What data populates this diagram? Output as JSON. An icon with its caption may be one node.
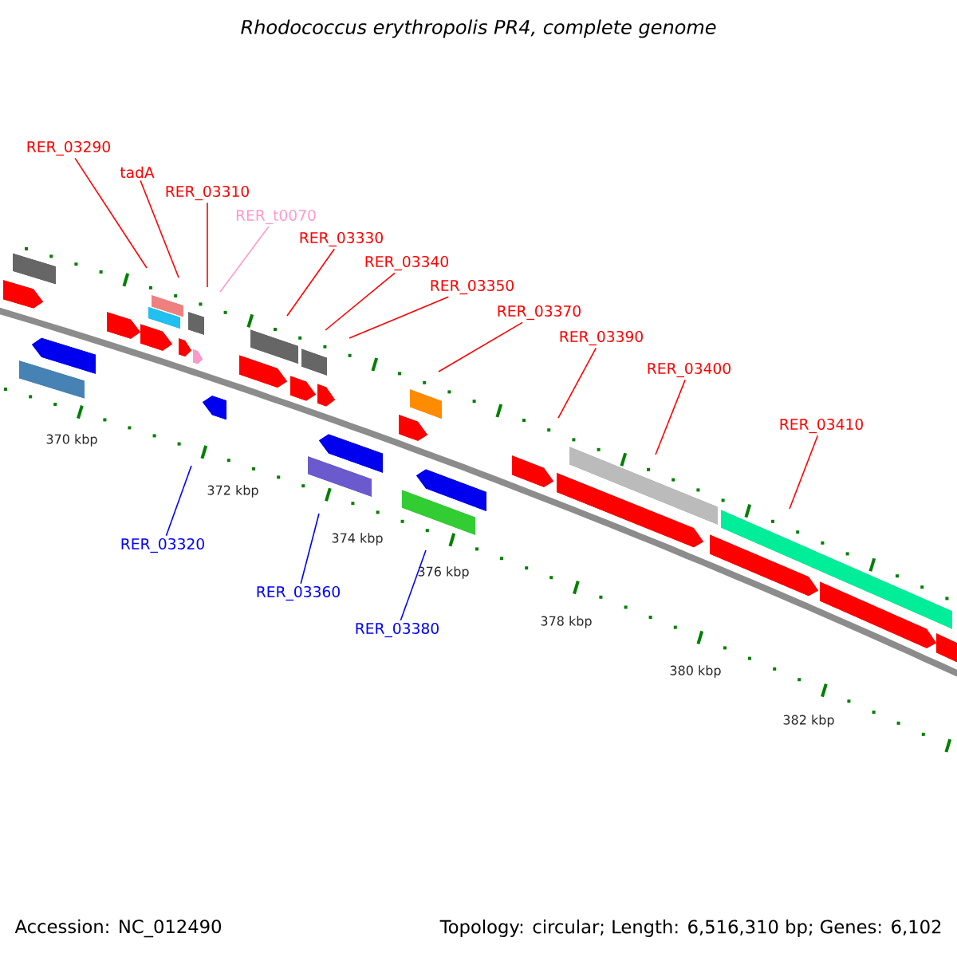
{
  "diagram": {
    "title": "Rhodococcus erythropolis PR4, complete genome",
    "nodes": [
      {
        "text": [
          "RER_03290"
        ]
      },
      {
        "text": [
          "tadA"
        ]
      },
      {
        "text": [
          "RER_03310"
        ]
      },
      {
        "text": [
          "RER_t0070"
        ]
      },
      {
        "text": [
          "RER_03330"
        ]
      },
      {
        "text": [
          "RER_03340"
        ]
      },
      {
        "text": [
          "RER_03350"
        ]
      },
      {
        "text": [
          "RER_03370"
        ]
      },
      {
        "text": [
          "RER_03390"
        ]
      },
      {
        "text": [
          "RER_03400"
        ]
      },
      {
        "text": [
          "RER_03410"
        ]
      },
      {
        "text": [
          "RER_03320"
        ]
      },
      {
        "text": [
          "RER_03360"
        ]
      },
      {
        "text": [
          "RER_03380"
        ]
      }
    ],
    "edges": [
      {
        "from": 0,
        "to": null,
        "arrow": "none"
      },
      {
        "from": 1,
        "to": null,
        "arrow": "none"
      },
      {
        "from": 2,
        "to": null,
        "arrow": "none"
      },
      {
        "from": 3,
        "to": null,
        "arrow": "none",
        "color": "#ff99cc"
      },
      {
        "from": 4,
        "to": null,
        "arrow": "none"
      },
      {
        "from": 5,
        "to": null,
        "arrow": "none"
      },
      {
        "from": 6,
        "to": null,
        "arrow": "none"
      },
      {
        "from": 7,
        "to": null,
        "arrow": "none"
      },
      {
        "from": 8,
        "to": null,
        "arrow": "none"
      },
      {
        "from": 9,
        "to": null,
        "arrow": "none"
      },
      {
        "from": 10,
        "to": null,
        "arrow": "none"
      },
      {
        "from": 11,
        "to": null,
        "arrow": "none",
        "color": "#0000ff"
      },
      {
        "from": 12,
        "to": null,
        "arrow": "none",
        "color": "#0000ff"
      },
      {
        "from": 13,
        "to": null,
        "arrow": "none",
        "color": "#0000ff"
      }
    ],
    "labels": [
      "370 kbp",
      "372 kbp",
      "374 kbp",
      "376 kbp",
      "378 kbp",
      "380 kbp",
      "382 kbp",
      "Accession: NC_012490",
      "Topology: circular; Length: 6,516,310 bp; Genes: 6,102"
    ]
  }
}
